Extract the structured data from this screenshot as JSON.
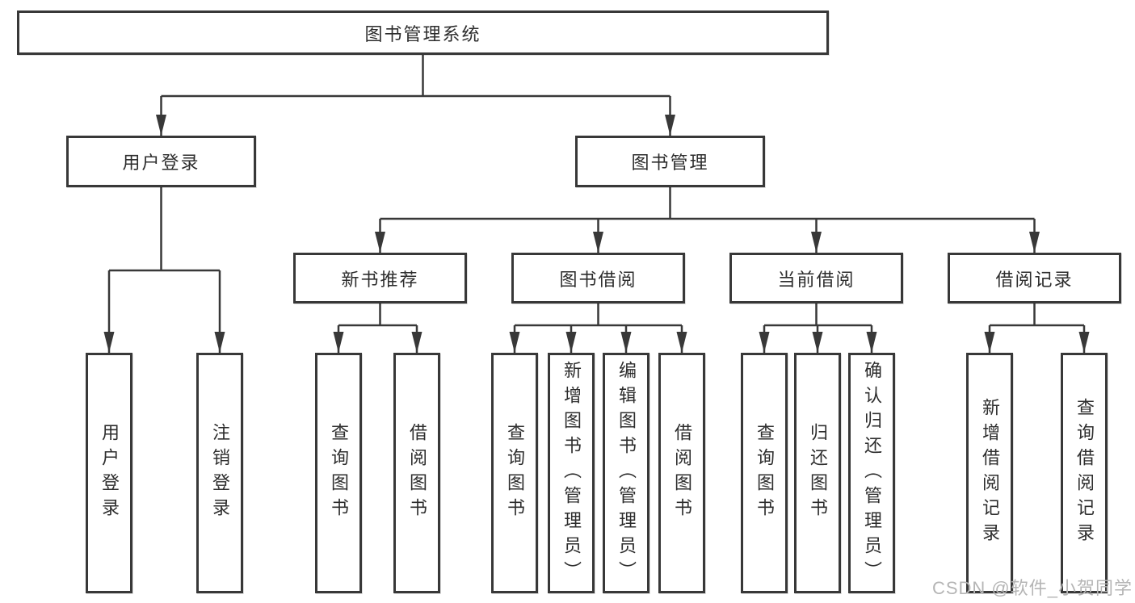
{
  "diagram": {
    "title_node": {
      "label": "图书管理系统"
    },
    "level2": [
      {
        "label": "用户登录"
      },
      {
        "label": "图书管理"
      }
    ],
    "level3": [
      {
        "label": "新书推荐"
      },
      {
        "label": "图书借阅"
      },
      {
        "label": "当前借阅"
      },
      {
        "label": "借阅记录"
      }
    ],
    "leaves": {
      "user_login": [
        "用户登录",
        "注销登录"
      ],
      "new_book": [
        "查询图书",
        "借阅图书"
      ],
      "book_borrow": [
        "查询图书",
        "新增图书（管理员）",
        "编辑图书（管理员）",
        "借阅图书"
      ],
      "current_borrow": [
        "查询图书",
        "归还图书",
        "确认归还（管理员）"
      ],
      "borrow_record": [
        "新增借阅记录",
        "查询借阅记录"
      ]
    },
    "colors": {
      "line": "#383838",
      "box_border": "#383838",
      "text": "#2d2d2d",
      "watermark": "#b5b5b5",
      "background": "#ffffff"
    }
  },
  "watermark": {
    "text": "CSDN @软件_小贺同学"
  }
}
